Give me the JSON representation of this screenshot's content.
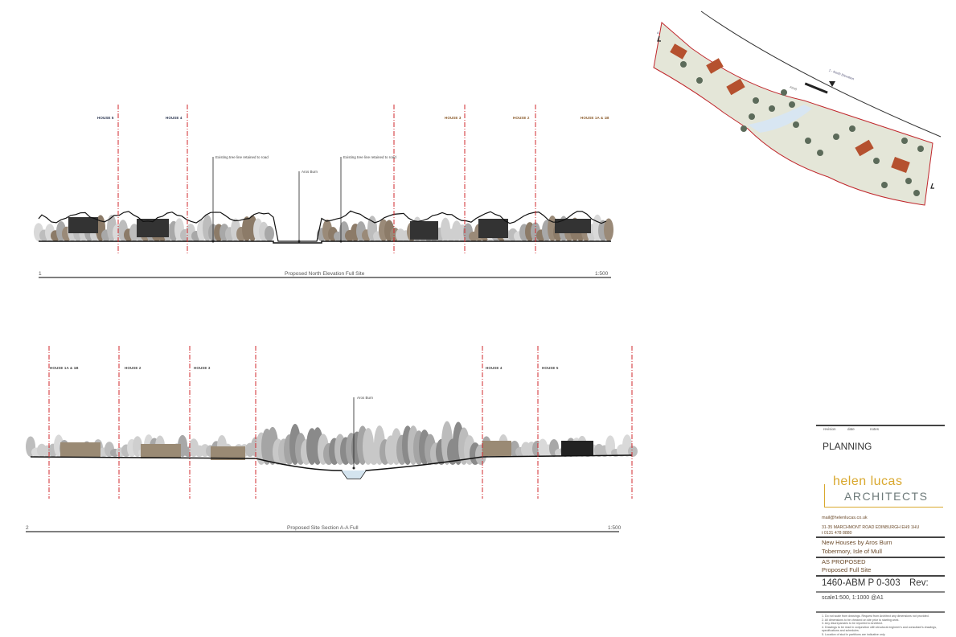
{
  "elevation": {
    "number": "1",
    "title": "Proposed North Elevation Full Site",
    "scale": "1:500",
    "house_labels": [
      "HOUSE 5",
      "HOUSE 4",
      "HOUSE 3",
      "HOUSE 2",
      "HOUSE 1A & 1B"
    ],
    "annotations": [
      "Existing tree line retained to road",
      "Aros Burn",
      "Existing tree line retained to road"
    ]
  },
  "section": {
    "number": "2",
    "title": "Proposed Site Section A-A Full",
    "scale": "1:500",
    "house_labels": [
      "HOUSE 1A & 1B",
      "HOUSE 2",
      "HOUSE 3",
      "HOUSE 4",
      "HOUSE 5"
    ],
    "annotations": [
      "Aros Burn"
    ]
  },
  "site_plan": {
    "section_marker": "A",
    "elevation_marker": "1 - North Elevation",
    "road_label": "A848",
    "colors": {
      "boundary": "#c0282d",
      "roofs": "#b5512f",
      "ground": "#e4e6d8",
      "trees": "#5c6b5a",
      "burn": "#d8e6f2"
    }
  },
  "title_block": {
    "columns": [
      "revision",
      "date",
      "notes"
    ],
    "status": "PLANNING",
    "logo_line1": "helen lucas",
    "logo_line2": "ARCHITECTS",
    "email": "mail@helenlucas.co.uk",
    "address": "31-35 MARCHMONT ROAD EDINBURGH EH9 1HU",
    "phone": "t 0131 478 8880",
    "project": "New Houses by Aros Burn",
    "location": "Tobermory, Isle of Mull",
    "stage": "AS PROPOSED",
    "drawing_title": "Proposed Full Site",
    "drawing_number": "1460-ABM P 0-303",
    "revision_label": "Rev:",
    "scale": "scale1:500, 1:1000 @A1",
    "notes": [
      "1. Do not scale from drawings. Request from Architect any dimensions not provided.",
      "2. All dimensions to be checked on site prior to starting work.",
      "3. Any discrepancies to be reported to Architect.",
      "4. Drawings to be read in conjunction with structural engineer's and consultant's drawings, specifications and schedules.",
      "5. Location of stud in partitions are indicative only."
    ],
    "colors": {
      "gold": "#d9a82e",
      "grey": "#6e7a7a",
      "text": "#6b4a2a"
    }
  }
}
